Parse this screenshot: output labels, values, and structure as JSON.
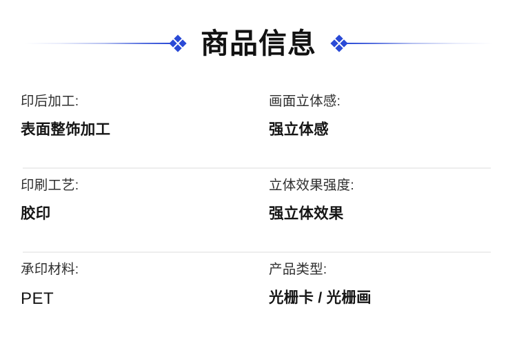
{
  "header": {
    "title": "商品信息",
    "ornament_left_icon": "diamond-cluster-icon",
    "ornament_right_icon": "diamond-cluster-icon",
    "accent_color": "#2a4ad6",
    "title_color": "#121212"
  },
  "theme": {
    "background": "#ffffff",
    "divider_color": "#ededed",
    "label_color": "#2f2f2f",
    "value_color": "#161616"
  },
  "spec_rows": [
    {
      "left": {
        "label": "印后加工:",
        "value": "表面整饰加工"
      },
      "right": {
        "label": "画面立体感:",
        "value": "强立体感"
      },
      "divider": true
    },
    {
      "left": {
        "label": "印刷工艺:",
        "value": "胶印"
      },
      "right": {
        "label": "立体效果强度:",
        "value": "强立体效果"
      },
      "divider": true
    },
    {
      "left": {
        "label": "承印材料:",
        "value": "PET"
      },
      "right": {
        "label": "产品类型:",
        "value": "光栅卡 / 光栅画"
      },
      "divider": false
    }
  ]
}
